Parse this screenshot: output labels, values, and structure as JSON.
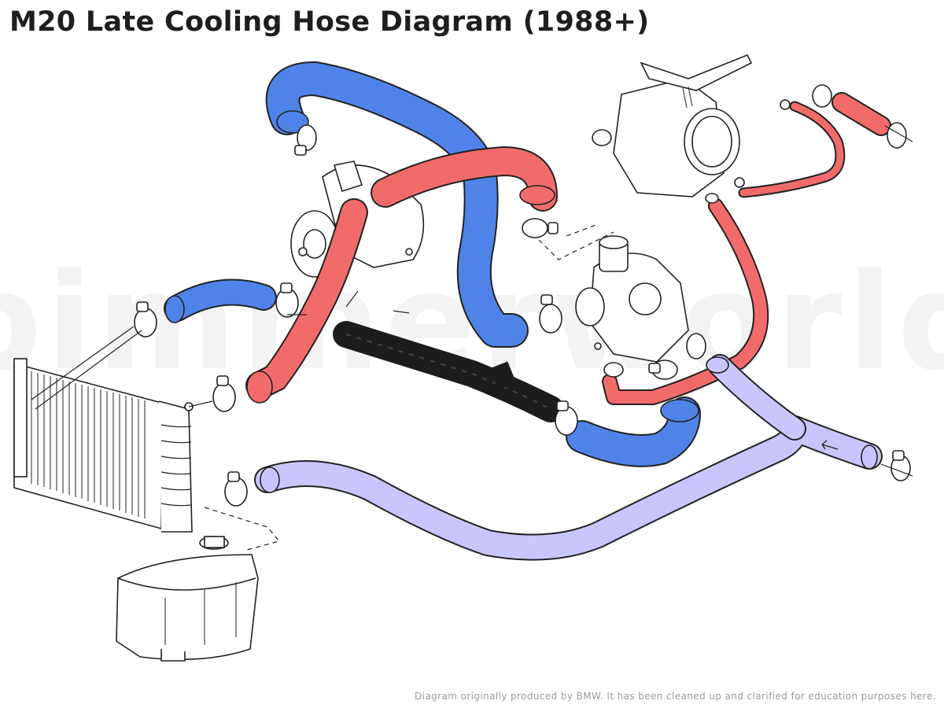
{
  "title": "M20 Late Cooling Hose Diagram (1988+)",
  "credit": "Diagram originally produced by BMW. It has been cleaned up and clarified for education purposes here.",
  "watermark": "bimmerworld",
  "colors": {
    "hot_hose": "#f26b6b",
    "cool_hose": "#4f83e8",
    "return_hose": "#c9c6ff",
    "pipe": "#1c1c1c",
    "line": "#222222",
    "watermark": "#f3f3f3"
  }
}
